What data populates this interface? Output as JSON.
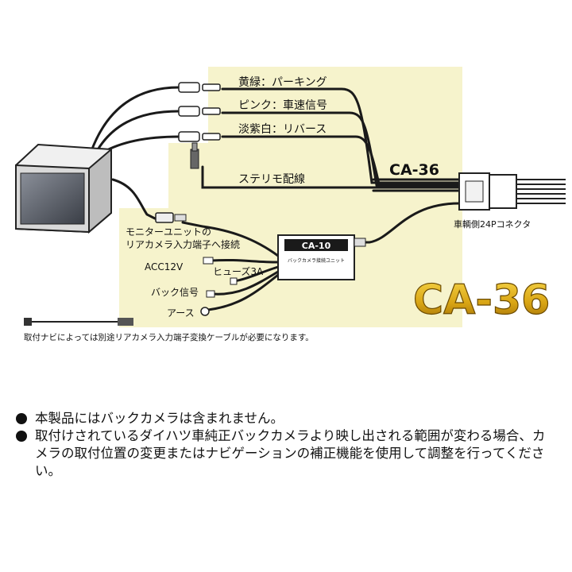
{
  "diagram": {
    "labels": {
      "parking": "黄緑：パーキング",
      "speed": "ピンク：車速信号",
      "reverse": "淡紫白：リバース",
      "stereo": "ステリモ配線",
      "connector": "車輌側24Pコネクタ",
      "monitor_line1": "モニターユニットの",
      "monitor_line2": "リアカメラ入力端子へ接続",
      "acc": "ACC12V",
      "fuse": "ヒューズ3A",
      "back_signal": "バック信号",
      "ground": "アース",
      "box_code": "CA-36",
      "sub_unit": "CA-10",
      "sub_unit_caption": "バックカメラ接続ユニット",
      "product": "CA-36",
      "footnote": "取付ナビによっては別途リアカメラ入力端子変換ケーブルが必要になります。"
    },
    "colors": {
      "panel": "#f6f3cc",
      "wire": "#1a1a1a",
      "product_gold": "#d9a514"
    }
  },
  "notes": [
    "本製品にはバックカメラは含まれません。",
    "取付けされているダイハツ車純正バックカメラより映し出される範囲が変わる場合、カメラの取付位置の変更またはナビゲーションの補正機能を使用して調整を行ってください。"
  ]
}
